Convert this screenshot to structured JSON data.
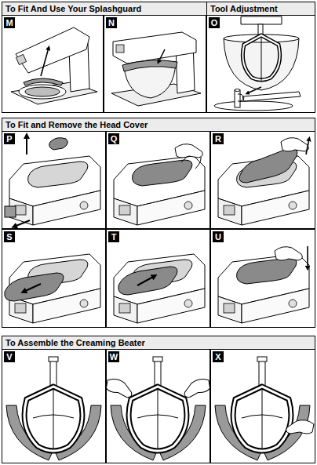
{
  "diagram": {
    "nodes": [
      {
        "text": [
          "To Fit And Use Your Splashguard"
        ]
      },
      {
        "text": [
          "M"
        ],
        "in": 0
      },
      {
        "text": [
          "N"
        ],
        "in": 0
      },
      {
        "text": [
          "Tool Adjustment"
        ]
      },
      {
        "text": [
          "O"
        ],
        "in": 3
      },
      {
        "text": [
          "To Fit and Remove the Head Cover"
        ]
      },
      {
        "text": [
          "P"
        ],
        "in": 5
      },
      {
        "text": [
          "Q"
        ],
        "in": 5
      },
      {
        "text": [
          "R"
        ],
        "in": 5
      },
      {
        "text": [
          "S"
        ],
        "in": 5
      },
      {
        "text": [
          "T"
        ],
        "in": 5
      },
      {
        "text": [
          "U"
        ],
        "in": 5
      },
      {
        "text": [
          "To Assemble the Creaming Beater"
        ]
      },
      {
        "text": [
          "V"
        ],
        "in": 12
      },
      {
        "text": [
          "W"
        ],
        "in": 12
      },
      {
        "text": [
          "X"
        ],
        "in": 12
      }
    ]
  }
}
